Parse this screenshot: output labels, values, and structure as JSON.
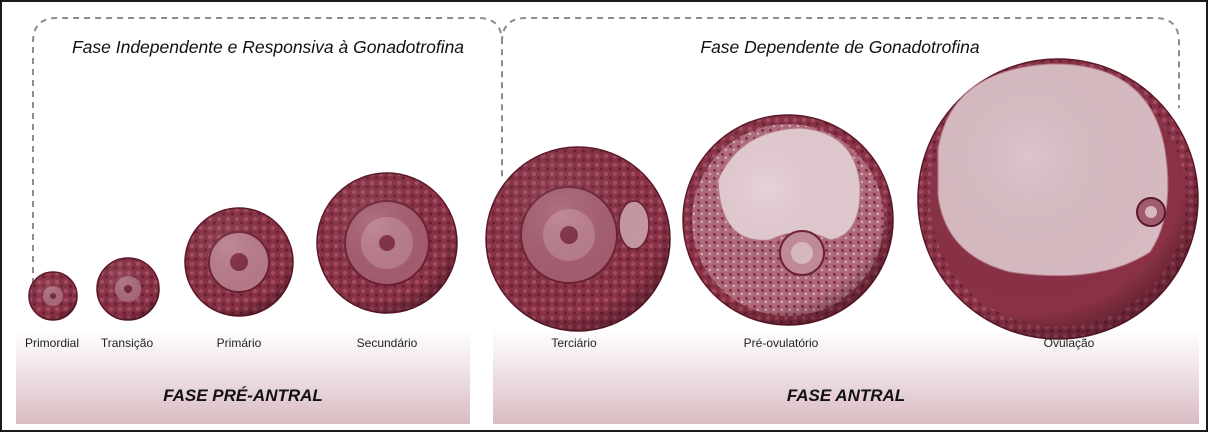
{
  "groups": {
    "independent": "Fase Independente e Responsiva à Gonadotrofina",
    "dependent": "Fase Dependente de Gonadotrofina"
  },
  "stages": [
    {
      "label": "Primordial"
    },
    {
      "label": "Transição"
    },
    {
      "label": "Primário"
    },
    {
      "label": "Secundário"
    },
    {
      "label": "Terciário"
    },
    {
      "label": "Pré-ovulatório"
    },
    {
      "label": "Ovulação"
    }
  ],
  "phases": {
    "pre_antral": "FASE PRÉ-ANTRAL",
    "antral": "FASE ANTRAL"
  },
  "colors": {
    "tissue": "#8a3146",
    "tissue_dark": "#6b1f33",
    "tissue_light": "#b77a88",
    "antrum": "#d9bcc3",
    "dashed": "#8c8c8c",
    "panel_bottom": "#d9bcc3"
  }
}
